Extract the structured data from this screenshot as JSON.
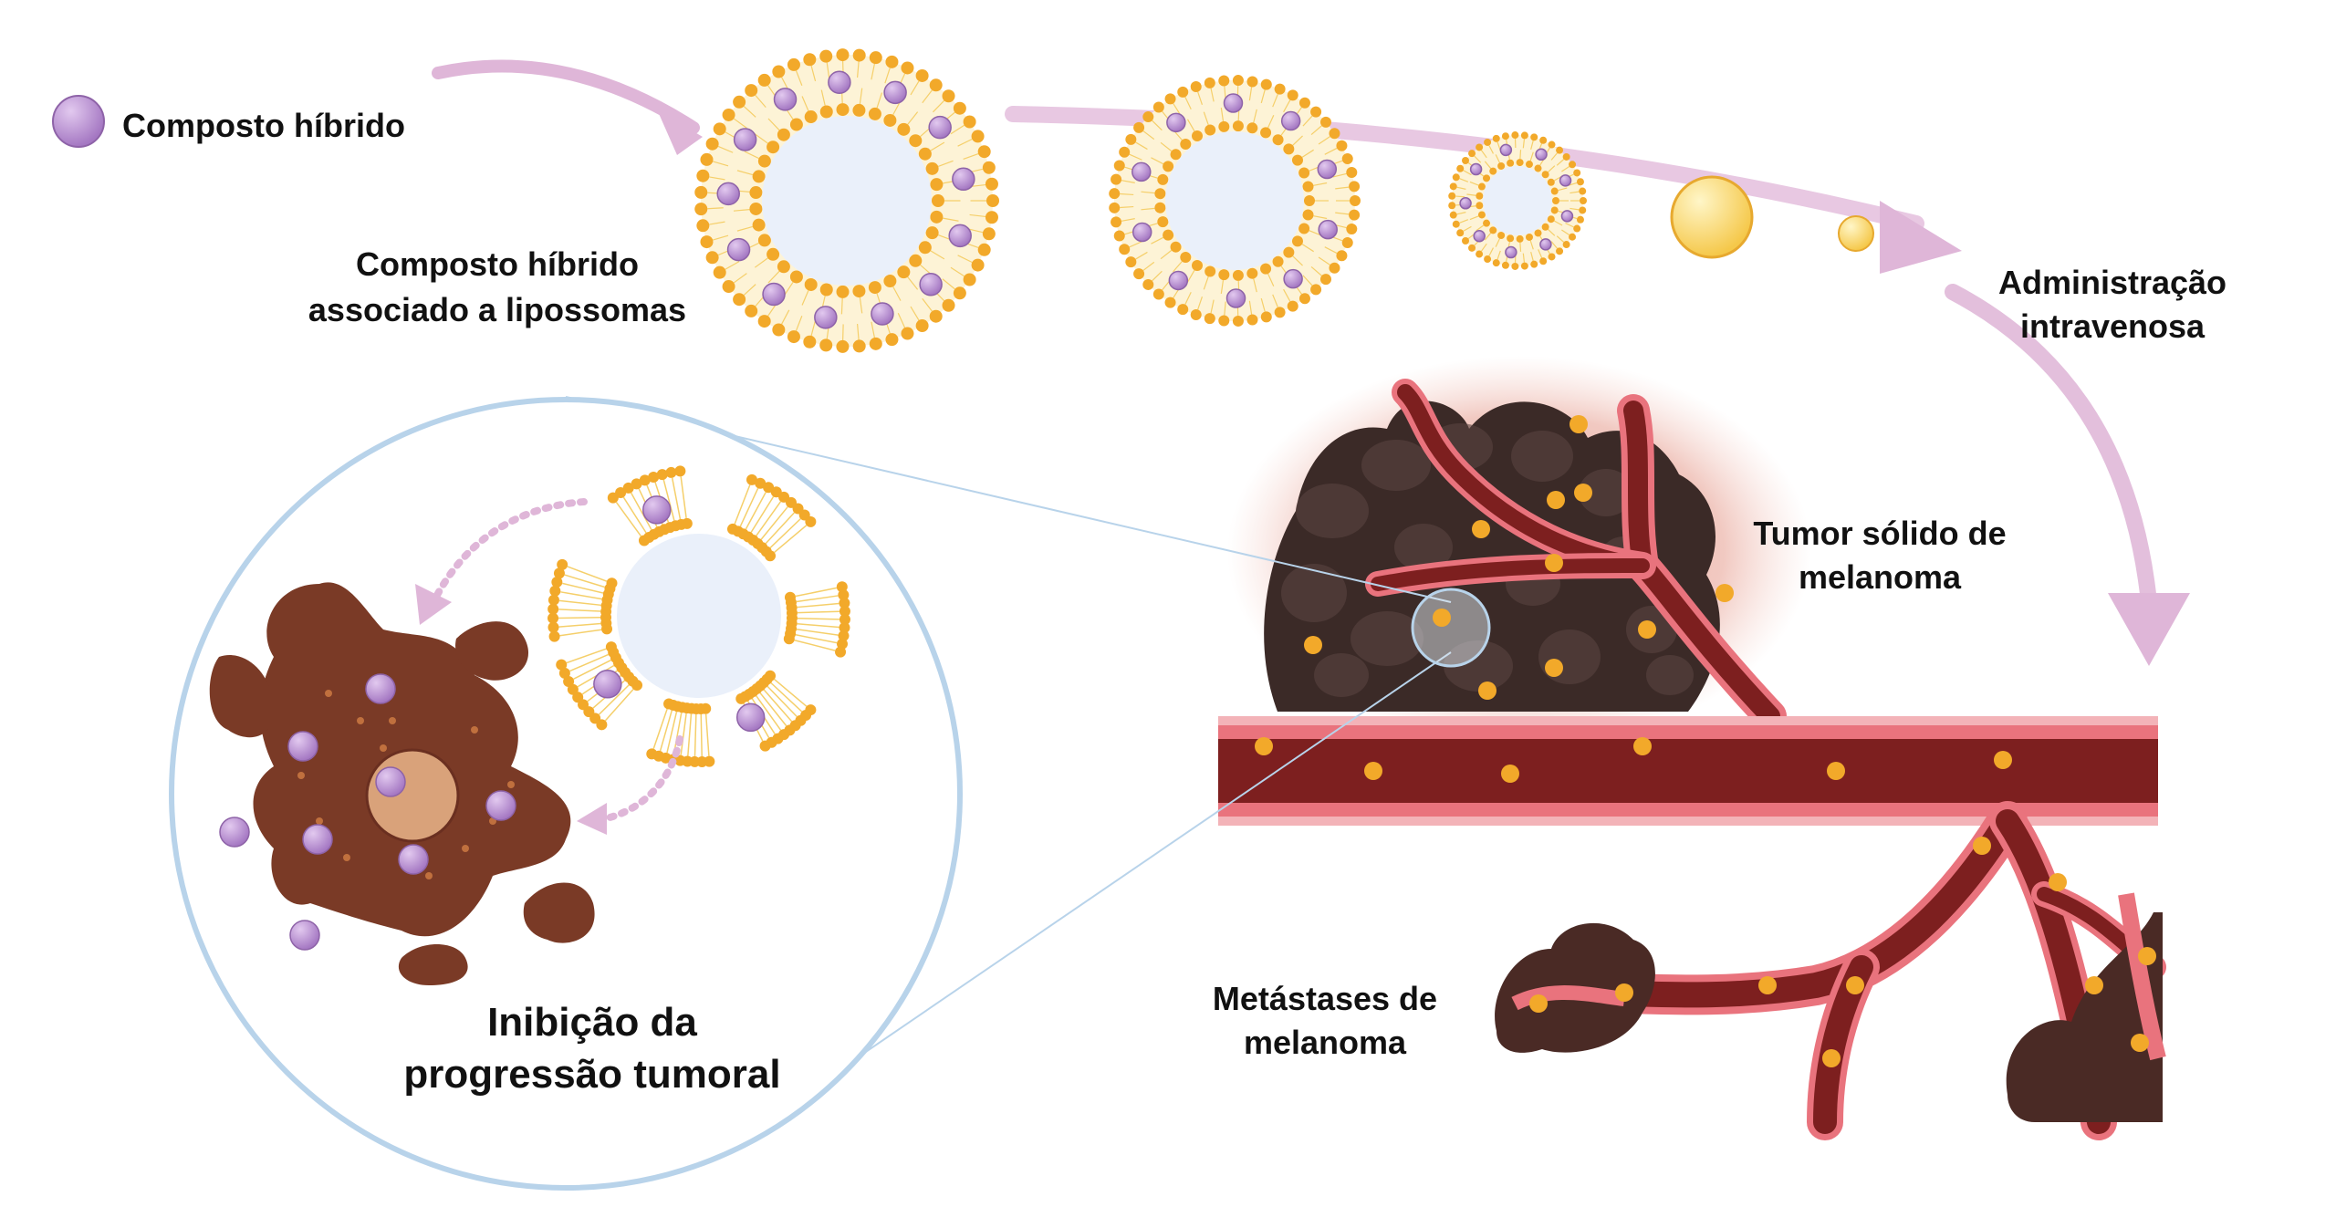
{
  "labels": {
    "legend_text": "Composto híbrido",
    "liposome_line1": "Composto híbrido",
    "liposome_line2": "associado a lipossomas",
    "admin_line1": "Administração",
    "admin_line2": "intravenosa",
    "tumor_line1": "Tumor sólido de",
    "tumor_line2": "melanoma",
    "metastasis_line1": "Metástases de",
    "metastasis_line2": "melanoma",
    "inhibition_line1": "Inibição da",
    "inhibition_line2": "progressão tumoral"
  },
  "colors": {
    "compound": "#b98fd0",
    "lipid": "#f2a92a",
    "lipid_tail": "#f5cf6a",
    "core": "#eaf0fa",
    "arrow": "#dfb6d8",
    "vessel": "#7d1f1f",
    "vessel_wall": "#e9737d",
    "tumor": "#3b2a27",
    "tumor_halo": "#e39a8c",
    "cell": "#7a3a26",
    "nucleus": "#d9a27a",
    "zoom_ring": "#b8d3ea"
  }
}
